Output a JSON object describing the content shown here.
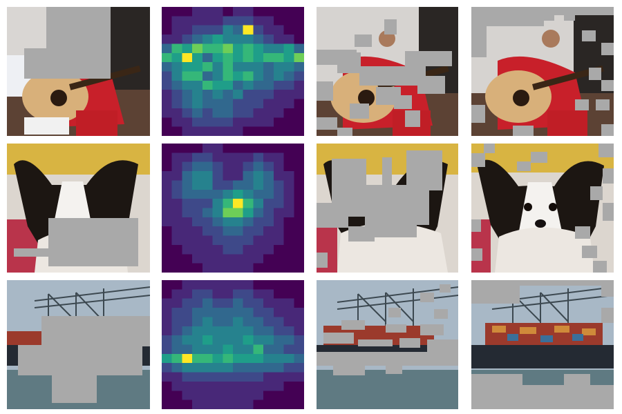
{
  "figure": {
    "columns": [
      "photo-with-mask-a",
      "attention-heatmap",
      "photo-with-mask-b",
      "photo-with-mask-c"
    ],
    "mask_color": "#a9a9a9",
    "heatmap_palette": [
      "#440154",
      "#482878",
      "#3e4989",
      "#31688e",
      "#26828e",
      "#1f9e89",
      "#35b779",
      "#6ece58",
      "#b5de2b",
      "#fde725"
    ],
    "rows": [
      {
        "subject": "guitarist",
        "heatmap": [
          [
            0,
            0,
            0,
            1,
            1,
            1,
            0,
            1,
            1,
            0,
            0,
            0,
            0,
            0
          ],
          [
            0,
            1,
            1,
            1,
            1,
            1,
            2,
            2,
            2,
            1,
            1,
            0,
            0,
            0
          ],
          [
            0,
            1,
            1,
            2,
            2,
            2,
            4,
            3,
            9,
            2,
            1,
            1,
            0,
            0
          ],
          [
            1,
            1,
            2,
            3,
            4,
            5,
            4,
            4,
            4,
            3,
            2,
            1,
            1,
            0
          ],
          [
            3,
            6,
            5,
            7,
            6,
            6,
            7,
            5,
            6,
            5,
            4,
            4,
            5,
            3
          ],
          [
            6,
            5,
            9,
            5,
            3,
            5,
            6,
            5,
            6,
            5,
            6,
            6,
            5,
            7
          ],
          [
            3,
            4,
            5,
            5,
            6,
            4,
            6,
            4,
            4,
            4,
            3,
            4,
            4,
            3
          ],
          [
            2,
            4,
            6,
            6,
            3,
            4,
            6,
            5,
            6,
            4,
            3,
            4,
            3,
            2
          ],
          [
            2,
            3,
            4,
            4,
            6,
            5,
            5,
            3,
            4,
            3,
            3,
            2,
            2,
            1
          ],
          [
            1,
            2,
            3,
            4,
            3,
            4,
            3,
            4,
            2,
            2,
            2,
            1,
            1,
            1
          ],
          [
            1,
            2,
            3,
            4,
            3,
            3,
            3,
            2,
            2,
            2,
            1,
            1,
            1,
            0
          ],
          [
            1,
            1,
            2,
            3,
            2,
            3,
            3,
            2,
            2,
            1,
            1,
            1,
            0,
            0
          ],
          [
            0,
            1,
            1,
            2,
            2,
            2,
            2,
            1,
            1,
            1,
            1,
            0,
            0,
            0
          ],
          [
            0,
            0,
            1,
            1,
            1,
            1,
            1,
            1,
            0,
            0,
            0,
            0,
            0,
            0
          ]
        ]
      },
      {
        "subject": "papillon-dog",
        "heatmap": [
          [
            0,
            0,
            0,
            0,
            1,
            1,
            0,
            0,
            0,
            0,
            0,
            0,
            0,
            0
          ],
          [
            0,
            1,
            1,
            2,
            2,
            1,
            1,
            1,
            1,
            2,
            1,
            1,
            0,
            0
          ],
          [
            0,
            1,
            2,
            3,
            3,
            2,
            1,
            1,
            2,
            3,
            2,
            1,
            0,
            0
          ],
          [
            1,
            1,
            3,
            4,
            4,
            2,
            1,
            1,
            3,
            4,
            3,
            1,
            1,
            0
          ],
          [
            1,
            2,
            3,
            4,
            4,
            2,
            2,
            3,
            3,
            4,
            3,
            2,
            1,
            0
          ],
          [
            1,
            2,
            3,
            3,
            3,
            3,
            4,
            5,
            4,
            3,
            3,
            2,
            1,
            0
          ],
          [
            1,
            1,
            2,
            2,
            2,
            4,
            6,
            9,
            6,
            4,
            2,
            2,
            1,
            0
          ],
          [
            1,
            1,
            2,
            2,
            3,
            4,
            7,
            7,
            5,
            3,
            2,
            1,
            1,
            0
          ],
          [
            1,
            1,
            1,
            2,
            2,
            3,
            4,
            4,
            3,
            2,
            2,
            1,
            0,
            0
          ],
          [
            0,
            1,
            1,
            1,
            2,
            2,
            3,
            3,
            2,
            2,
            1,
            1,
            0,
            0
          ],
          [
            0,
            1,
            1,
            1,
            1,
            2,
            2,
            2,
            2,
            1,
            1,
            1,
            0,
            0
          ],
          [
            0,
            0,
            1,
            1,
            1,
            1,
            2,
            2,
            1,
            1,
            1,
            0,
            0,
            0
          ],
          [
            0,
            0,
            0,
            1,
            1,
            1,
            1,
            1,
            1,
            1,
            0,
            0,
            0,
            0
          ],
          [
            0,
            0,
            0,
            0,
            1,
            1,
            1,
            1,
            1,
            0,
            0,
            0,
            0,
            0
          ]
        ]
      },
      {
        "subject": "container-ship",
        "heatmap": [
          [
            0,
            0,
            1,
            1,
            1,
            1,
            1,
            1,
            1,
            0,
            0,
            0,
            0,
            0
          ],
          [
            0,
            1,
            1,
            2,
            2,
            1,
            1,
            2,
            2,
            1,
            1,
            0,
            0,
            0
          ],
          [
            1,
            1,
            2,
            2,
            3,
            2,
            2,
            3,
            2,
            2,
            1,
            1,
            1,
            0
          ],
          [
            1,
            2,
            2,
            3,
            3,
            3,
            3,
            3,
            3,
            2,
            2,
            1,
            1,
            1
          ],
          [
            1,
            2,
            2,
            3,
            4,
            3,
            3,
            4,
            3,
            3,
            2,
            2,
            1,
            1
          ],
          [
            1,
            2,
            3,
            4,
            4,
            4,
            4,
            4,
            4,
            3,
            3,
            2,
            2,
            1
          ],
          [
            2,
            3,
            4,
            4,
            5,
            4,
            4,
            4,
            5,
            4,
            4,
            3,
            3,
            2
          ],
          [
            2,
            3,
            3,
            4,
            4,
            4,
            5,
            4,
            4,
            6,
            3,
            3,
            2,
            2
          ],
          [
            5,
            6,
            9,
            6,
            6,
            5,
            6,
            5,
            5,
            5,
            4,
            4,
            4,
            3
          ],
          [
            2,
            3,
            4,
            4,
            4,
            4,
            4,
            3,
            3,
            3,
            3,
            3,
            2,
            2
          ],
          [
            1,
            1,
            2,
            2,
            2,
            2,
            2,
            2,
            2,
            2,
            1,
            1,
            1,
            1
          ],
          [
            0,
            1,
            1,
            1,
            1,
            1,
            1,
            1,
            1,
            1,
            1,
            1,
            0,
            0
          ],
          [
            0,
            0,
            1,
            1,
            1,
            1,
            1,
            1,
            1,
            1,
            0,
            0,
            0,
            0
          ],
          [
            0,
            0,
            0,
            1,
            1,
            1,
            1,
            1,
            1,
            0,
            0,
            0,
            0,
            0
          ]
        ]
      }
    ]
  }
}
